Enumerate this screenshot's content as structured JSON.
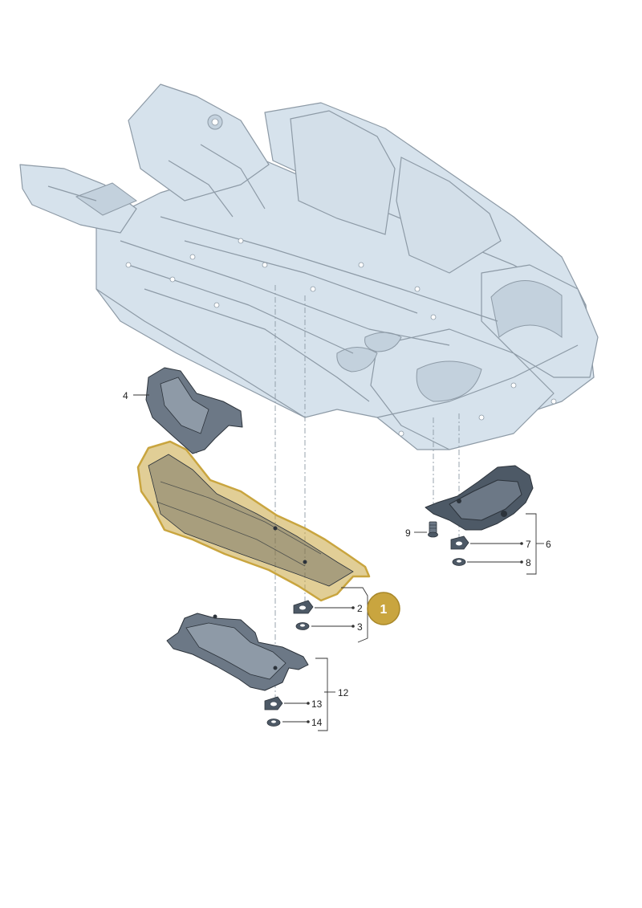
{
  "callouts": {
    "c1": "1",
    "c2": "2",
    "c3": "3",
    "c4": "4",
    "c6": "6",
    "c7": "7",
    "c8": "8",
    "c9": "9",
    "c12": "12",
    "c13": "13",
    "c14": "14"
  },
  "highlight_color": "#c9a53f",
  "body_color": "#d6e2ec",
  "part_color": "#4d5966"
}
